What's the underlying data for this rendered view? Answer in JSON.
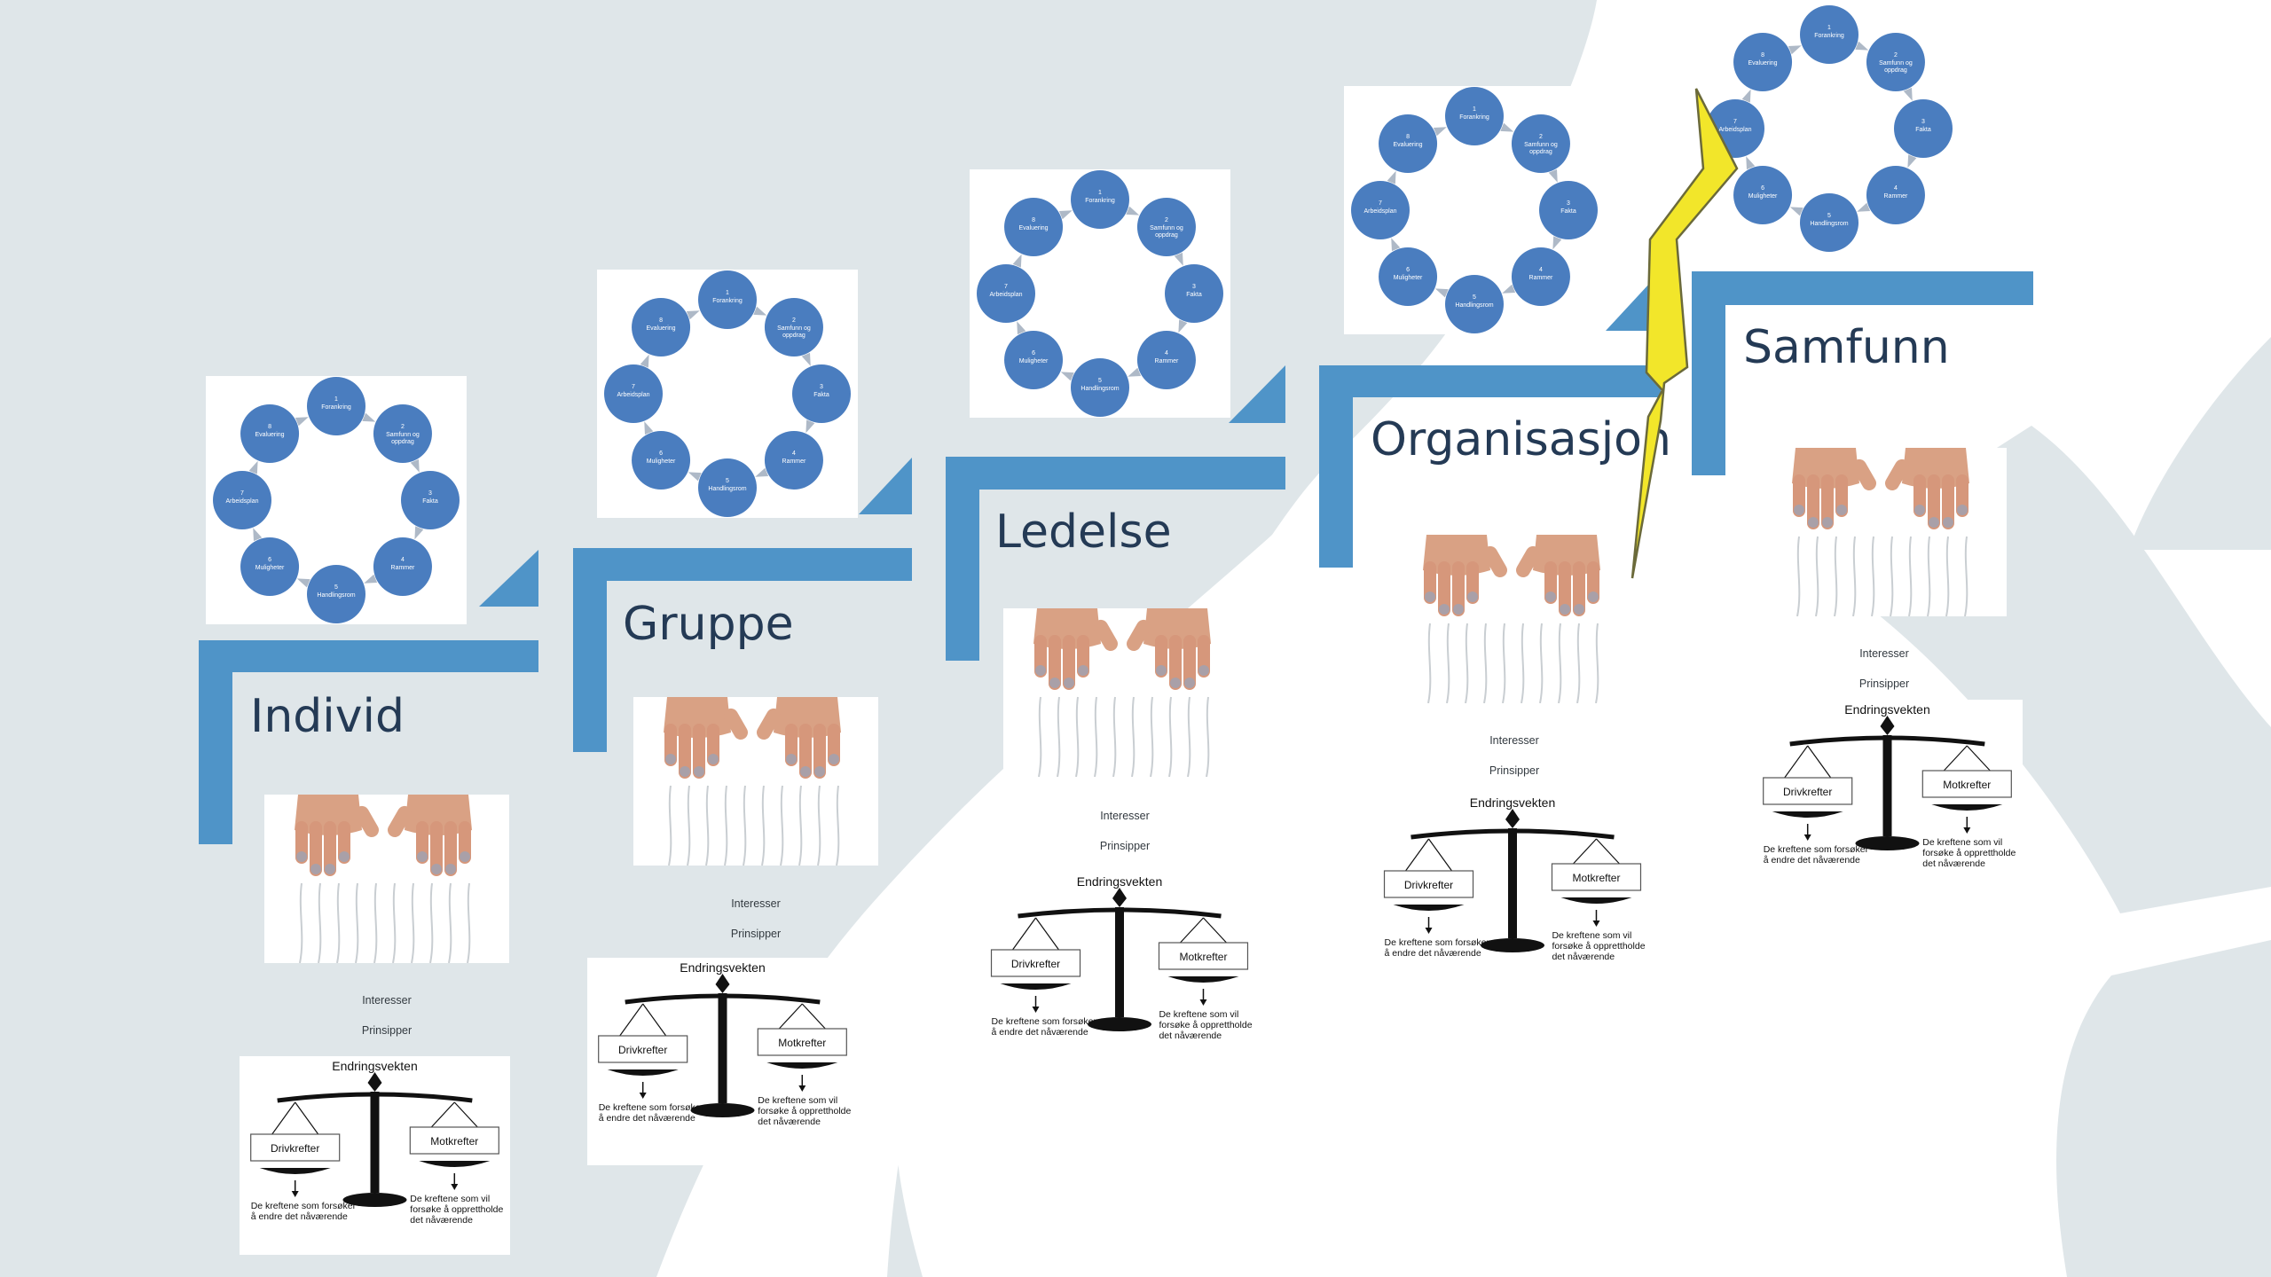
{
  "levels": [
    {
      "label": "Individ"
    },
    {
      "label": "Gruppe"
    },
    {
      "label": "Ledelse"
    },
    {
      "label": "Organisasjon"
    },
    {
      "label": "Samfunn"
    }
  ],
  "cycle": {
    "nodes": [
      {
        "num": "1",
        "text": "Forankring"
      },
      {
        "num": "2",
        "text": "Samfunn og oppdrag"
      },
      {
        "num": "3",
        "text": "Fakta"
      },
      {
        "num": "4",
        "text": "Rammer"
      },
      {
        "num": "5",
        "text": "Handlingsrom"
      },
      {
        "num": "6",
        "text": "Muligheter"
      },
      {
        "num": "7",
        "text": "Arbeidsplan"
      },
      {
        "num": "8",
        "text": "Evaluering"
      }
    ],
    "node_color": "#4a7dbf",
    "arrow_color": "#aeb9c7"
  },
  "captions": {
    "interesser": "Interesser",
    "prinsipper": "Prinsipper"
  },
  "scale": {
    "title": "Endringsvekten",
    "left_label": "Drivkrefter",
    "right_label": "Motkrefter",
    "left_desc": [
      "De kreftene som forsøker",
      "å endre det nåværende"
    ],
    "right_desc": [
      "De kreftene som vil",
      "forsøke å opprettholde",
      "det nåværende"
    ]
  },
  "colors": {
    "background": "#dfe6e9",
    "mountain": "#ffffff",
    "stair_blue": "#4f94c8",
    "label_text": "#243a55",
    "bolt_fill": "#f2e62a",
    "bolt_stroke": "#6b6a3a"
  }
}
